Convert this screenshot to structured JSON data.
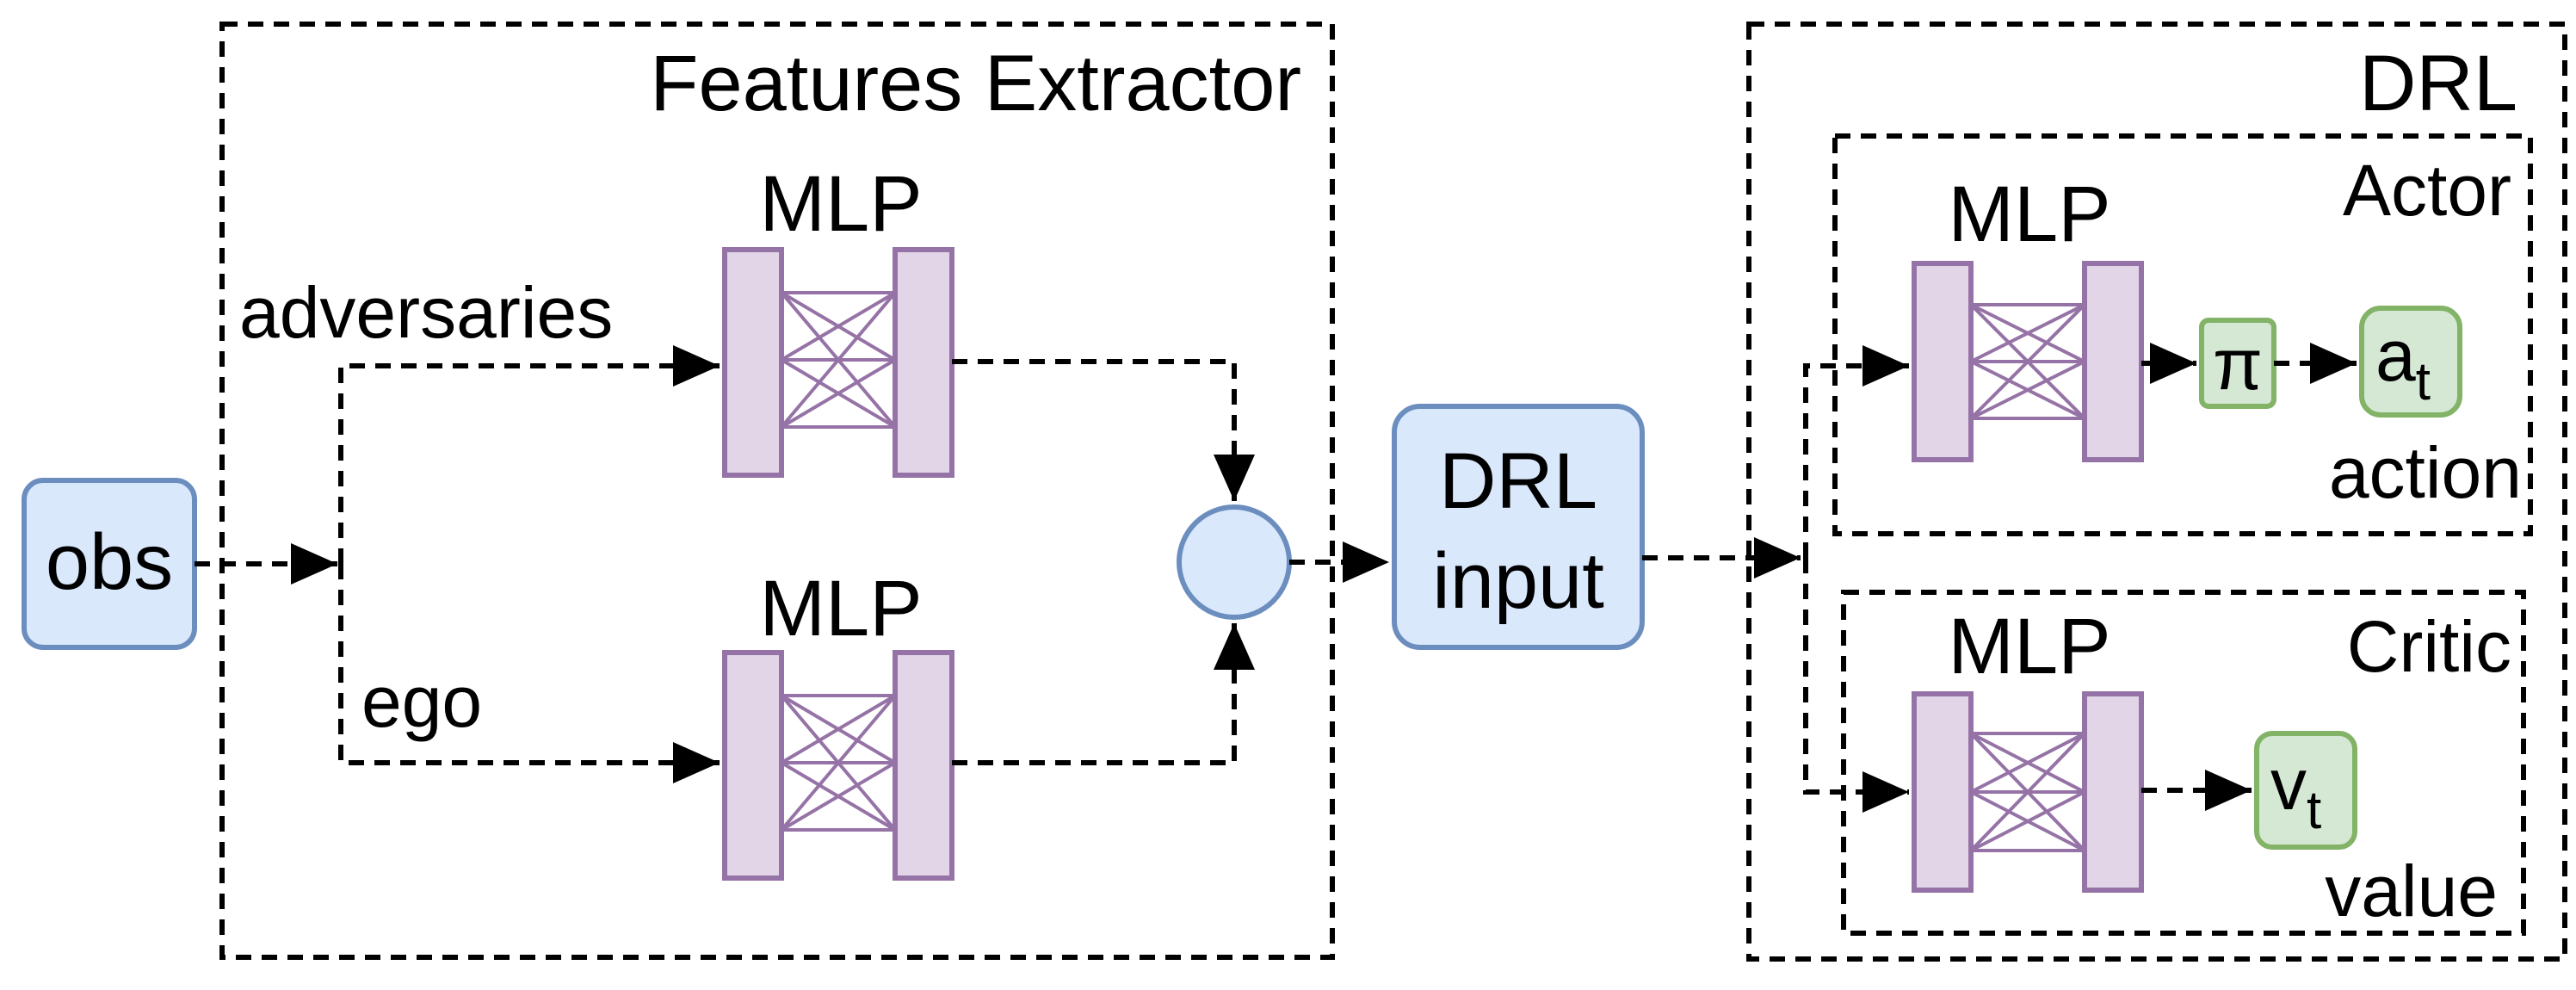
{
  "features_extractor": {
    "title": "Features Extractor"
  },
  "drl": {
    "title": "DRL"
  },
  "actor": {
    "title": "Actor"
  },
  "critic": {
    "title": "Critic"
  },
  "obs": "obs",
  "mlp_label": "MLP",
  "branches": {
    "adversaries": "adversaries",
    "ego": "ego"
  },
  "drl_input": {
    "line1": "DRL",
    "line2": "input"
  },
  "policy": "π",
  "action": {
    "symbol": "a",
    "subscript": "t",
    "caption": "action"
  },
  "value": {
    "symbol": "v",
    "subscript": "t",
    "caption": "value"
  },
  "colors": {
    "input_fill": "#dae8fc",
    "input_stroke": "#6c8ebf",
    "mlp_fill": "#e1d5e7",
    "mlp_stroke": "#9673a6",
    "output_fill": "#d5e8d4",
    "output_stroke": "#82b366"
  }
}
